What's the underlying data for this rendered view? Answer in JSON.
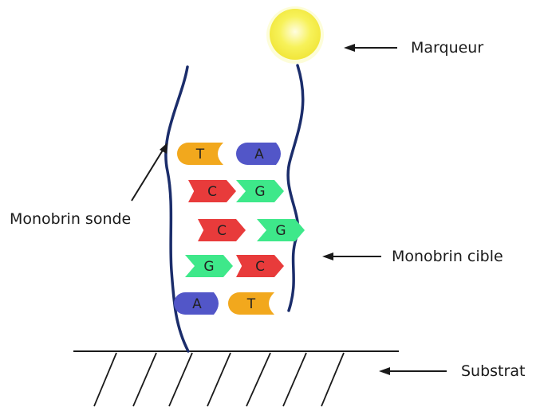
{
  "labels": {
    "marqueur": "Marqueur",
    "sonde": "Monobrin sonde",
    "cible": "Monobrin cible",
    "substrat": "Substrat"
  },
  "bases": [
    {
      "letter": "T",
      "color": "#f2a81d"
    },
    {
      "letter": "A",
      "color": "#5256c8"
    },
    {
      "letter": "C",
      "color": "#e83b3b"
    },
    {
      "letter": "G",
      "color": "#3ee88a"
    },
    {
      "letter": "C",
      "color": "#e83b3b"
    },
    {
      "letter": "G",
      "color": "#3ee88a"
    },
    {
      "letter": "G",
      "color": "#3ee88a"
    },
    {
      "letter": "C",
      "color": "#e83b3b"
    },
    {
      "letter": "A",
      "color": "#5256c8"
    },
    {
      "letter": "T",
      "color": "#f2a81d"
    }
  ],
  "colors": {
    "strand": "#1b2d6b",
    "marker_fill": "#f5f060",
    "marker_glow": "#fbfbb0",
    "line": "#1a1a1a"
  }
}
